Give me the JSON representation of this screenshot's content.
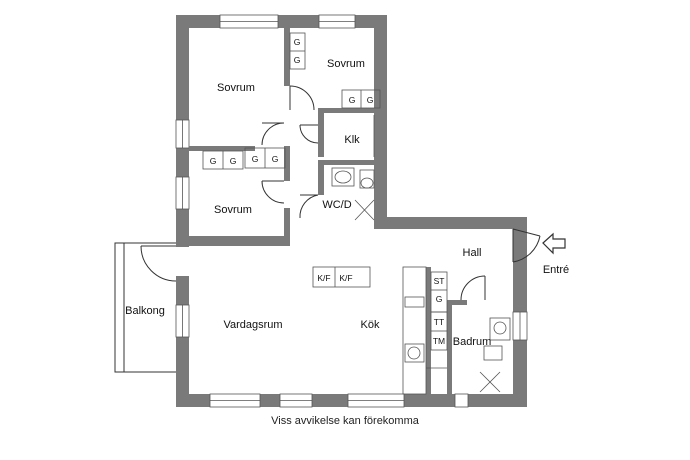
{
  "rooms": {
    "sovrum_1": "Sovrum",
    "sovrum_2": "Sovrum",
    "sovrum_3": "Sovrum",
    "klk": "Klk",
    "wcd": "WC/D",
    "hall": "Hall",
    "entre": "Entré",
    "balkong": "Balkong",
    "vardagsrum": "Vardagsrum",
    "kok": "Kök",
    "badrum": "Badrum"
  },
  "fixtures": {
    "wardrobe": "G",
    "fridge_freezer": "K/F",
    "storage": "ST",
    "dryer": "TT",
    "washer": "TM"
  },
  "caption": "Viss avvikelse kan förekomma"
}
